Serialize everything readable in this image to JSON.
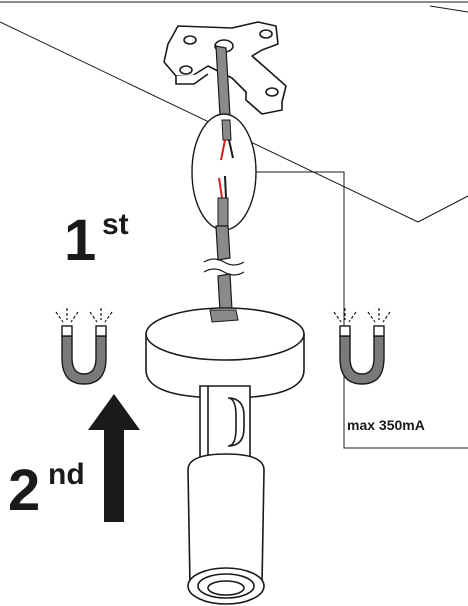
{
  "steps": {
    "first": {
      "number": "1",
      "suffix": "st"
    },
    "second": {
      "number": "2",
      "suffix": "nd"
    }
  },
  "max_current_label": "max 350mA",
  "colors": {
    "outline": "#1a1a1a",
    "cable_gray": "#8a8a8a",
    "magnet_gray": "#7a7a7a",
    "wire_red": "#d22020",
    "arrow": "#1a1a1a",
    "lamp_fill": "#ffffff"
  },
  "icons": [
    "ceiling-bracket-icon",
    "magnet-icon",
    "up-arrow-icon"
  ]
}
